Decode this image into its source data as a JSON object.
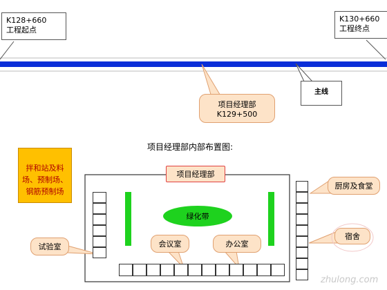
{
  "start_point": {
    "station": "K128+660",
    "label": "工程起点"
  },
  "end_point": {
    "station": "K130+660",
    "label": "工程终点"
  },
  "mainline_label": "主线",
  "project_dept_callout": {
    "label": "项目经理部",
    "station": "K129+500"
  },
  "layout_title": "项目经理部内部布置图:",
  "mixing_station": {
    "line1": "拌和站及料",
    "line2": "场、预制场、",
    "line3": "钢筋预制场"
  },
  "rooms": {
    "project_dept": "项目经理部",
    "green_belt": "绿化带",
    "meeting_room": "会议室",
    "office": "办公室",
    "kitchen": "厨房及食堂",
    "dormitory": "宿舍",
    "lab": "试验室"
  },
  "watermark": "zhulong.com",
  "colors": {
    "road": "#0a2ed8",
    "mixing_station": "#ffc000",
    "green": "#1ed21e",
    "callout_fill": "#fde3c8"
  }
}
